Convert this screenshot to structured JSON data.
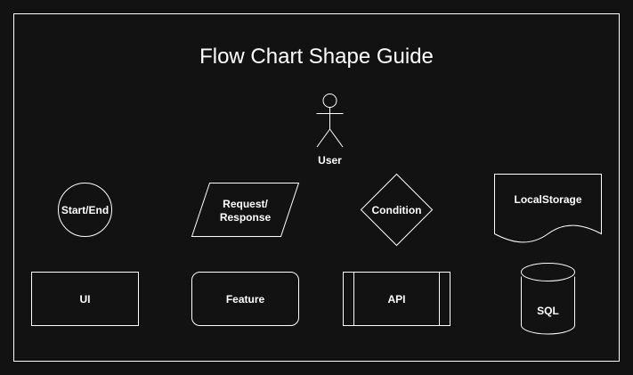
{
  "title": "Flow Chart Shape Guide",
  "actor": {
    "label": "User"
  },
  "shapes": {
    "start_end": "Start/End",
    "request_response": {
      "line1": "Request/",
      "line2": "Response"
    },
    "condition": "Condition",
    "local_storage": "LocalStorage",
    "ui": "UI",
    "feature": "Feature",
    "api": "API",
    "sql": "SQL"
  },
  "colors": {
    "background": "#121212",
    "stroke": "#ffffff",
    "text": "#ffffff"
  }
}
